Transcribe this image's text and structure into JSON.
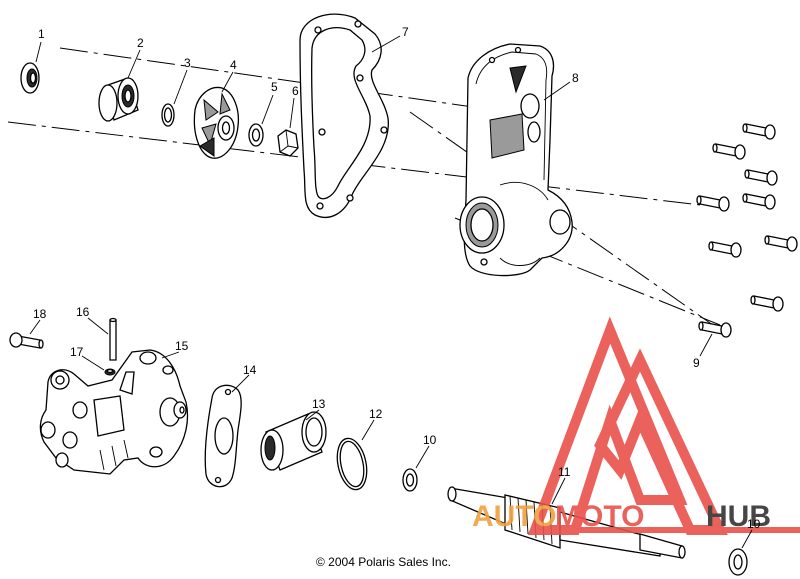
{
  "diagram": {
    "callouts": [
      "1",
      "2",
      "3",
      "4",
      "5",
      "6",
      "7",
      "8",
      "9",
      "10",
      "11",
      "12",
      "13",
      "14",
      "15",
      "16",
      "17",
      "18",
      "10"
    ],
    "copyright": "© 2004 Polaris Sales Inc.",
    "watermark": {
      "text_a": "AUTO",
      "text_b": "MOTO",
      "text_c": "HUB",
      "color_triangle": "#e8524a",
      "color_auto": "#f0a040",
      "color_moto": "#e8524a",
      "color_hub": "#333333"
    }
  }
}
